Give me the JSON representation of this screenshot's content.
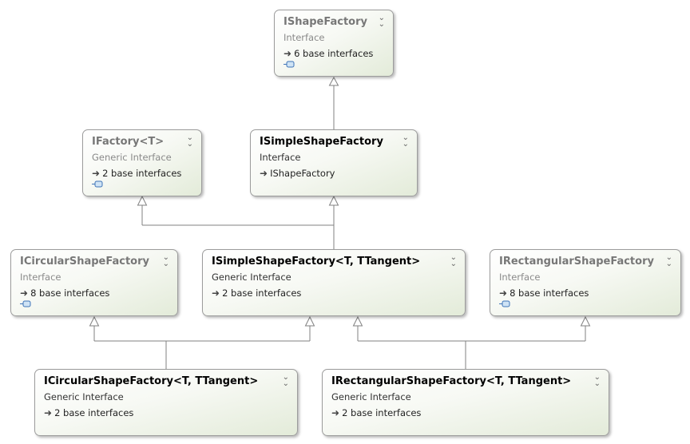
{
  "nodes": [
    {
      "id": "ishapefactory",
      "name": "IShapeFactory",
      "kind": "Interface",
      "base": "6 base interfaces",
      "faded": true,
      "has_link_icon": true
    },
    {
      "id": "ifactory",
      "name": "IFactory<T>",
      "kind": "Generic Interface",
      "base": "2 base interfaces",
      "faded": true,
      "has_link_icon": true
    },
    {
      "id": "isimpleshapefactory",
      "name": "ISimpleShapeFactory",
      "kind": "Interface",
      "base": "IShapeFactory",
      "faded": false,
      "has_link_icon": false
    },
    {
      "id": "icircularshapefactory",
      "name": "ICircularShapeFactory",
      "kind": "Interface",
      "base": "8 base interfaces",
      "faded": true,
      "has_link_icon": true
    },
    {
      "id": "isimpleshapefactory-generic",
      "name": "ISimpleShapeFactory<T, TTangent>",
      "kind": "Generic Interface",
      "base": "2 base interfaces",
      "faded": false,
      "has_link_icon": false
    },
    {
      "id": "irectangularshapefactory",
      "name": "IRectangularShapeFactory",
      "kind": "Interface",
      "base": "8 base interfaces",
      "faded": true,
      "has_link_icon": true
    },
    {
      "id": "icircularshapefactory-generic",
      "name": "ICircularShapeFactory<T, TTangent>",
      "kind": "Generic Interface",
      "base": "2 base interfaces",
      "faded": false,
      "has_link_icon": false
    },
    {
      "id": "irectangularshapefactory-generic",
      "name": "IRectangularShapeFactory<T, TTangent>",
      "kind": "Generic Interface",
      "base": "2 base interfaces",
      "faded": false,
      "has_link_icon": false
    }
  ],
  "icons": {
    "collapse": "double-chevron-down-icon",
    "base_arrow": "inheritance-arrow-icon",
    "link": "link-icon"
  },
  "colors": {
    "box_border": "#9c9c9c",
    "box_gradient_end": "#e3ebd9",
    "connector": "#808080",
    "faded_text": "#777777"
  }
}
